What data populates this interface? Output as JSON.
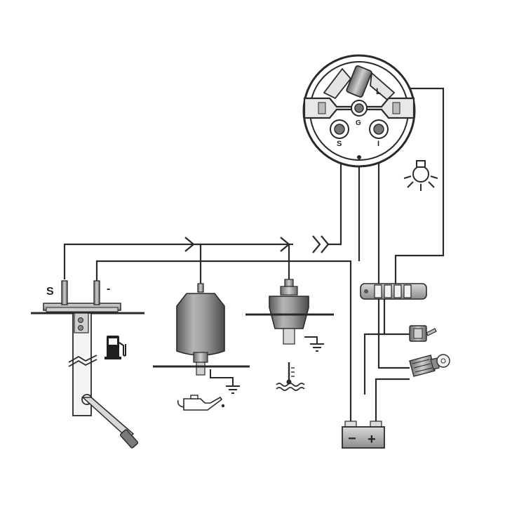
{
  "gauge": {
    "terminal_s": "S",
    "terminal_g": "G",
    "terminal_i": "I",
    "terminal_l": "L"
  },
  "fuel_sender": {
    "label_s": "S",
    "label_minus": "-"
  },
  "battery": {
    "minus": "−",
    "plus": "+"
  },
  "colors": {
    "wire": "#2a2a2a",
    "metal": "#8a8a8a",
    "background": "#ffffff"
  },
  "icons": [
    "fuel-pump-icon",
    "oil-can-icon",
    "thermometer-icon",
    "lamp-icon",
    "ground-symbol-icon",
    "battery-icon",
    "toggle-switch-icon",
    "ignition-key-icon"
  ]
}
